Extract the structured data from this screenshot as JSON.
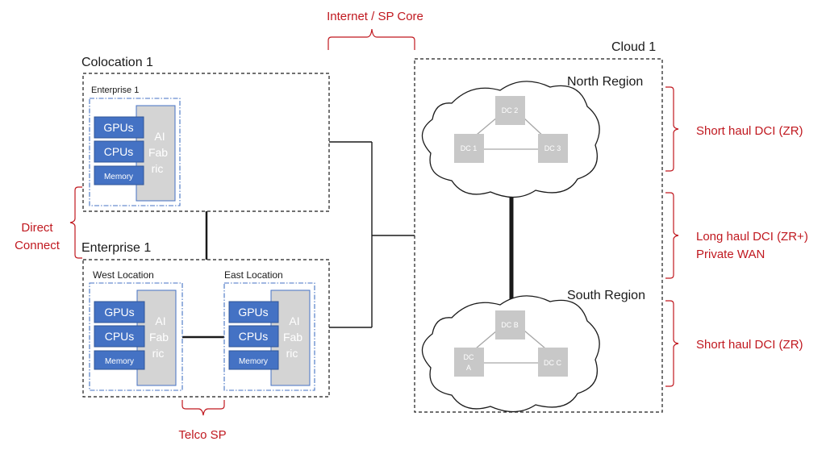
{
  "labels": {
    "internet": "Internet / SP Core",
    "colocation": "Colocation 1",
    "colo_enterprise": "Enterprise 1",
    "enterprise": "Enterprise 1",
    "west": "West Location",
    "east": "East Location",
    "cloud": "Cloud 1",
    "north": "North Region",
    "south": "South Region",
    "direct_connect_1": "Direct",
    "direct_connect_2": "Connect",
    "telco": "Telco SP",
    "short_haul_1": "Short haul DCI (ZR)",
    "long_haul_1": "Long haul DCI (ZR+)",
    "long_haul_2": "Private WAN",
    "short_haul_2": "Short haul DCI (ZR)"
  },
  "stack": {
    "gpus": "GPUs",
    "cpus": "CPUs",
    "memory": "Memory",
    "fabric_1": "AI",
    "fabric_2": "Fab",
    "fabric_3": "ric"
  },
  "dcs": {
    "dc1": "DC 1",
    "dc2": "DC 2",
    "dc3": "DC 3",
    "dcb": "DC B",
    "dca_1": "DC",
    "dca_2": "A",
    "dcc": "DC C"
  },
  "colors": {
    "accent_red": "#c0181f",
    "chip_blue": "#4472c4",
    "fabric_gray": "#d4d4d4",
    "dc_gray": "#c8c8c8"
  }
}
